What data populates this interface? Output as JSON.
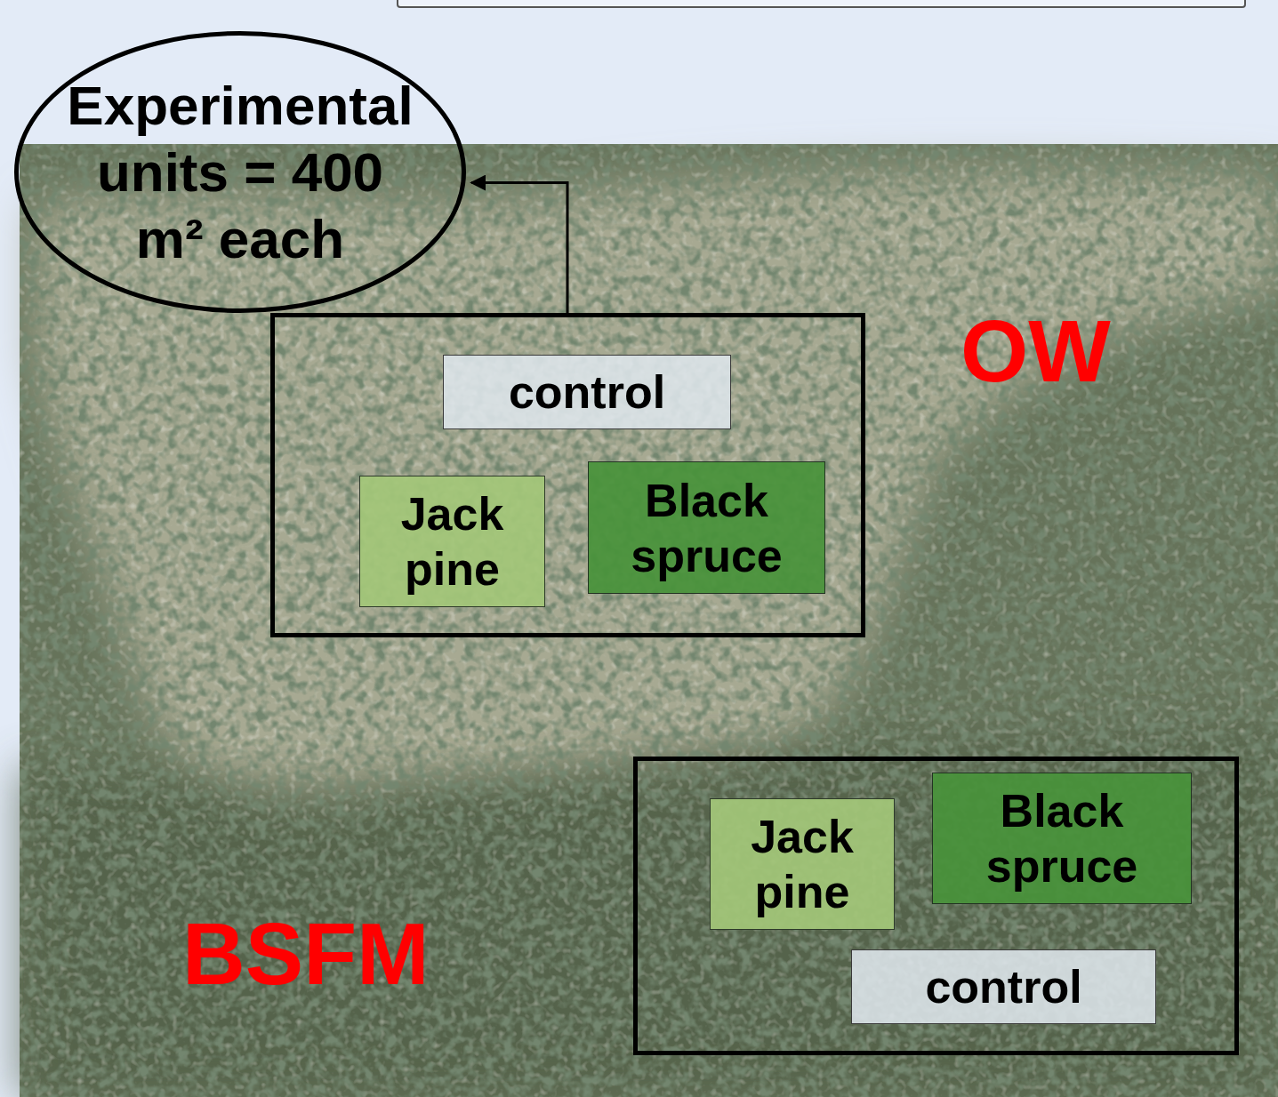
{
  "diagram": {
    "nodes": [
      {
        "text": [
          "Experimental units = 400 m² each"
        ]
      },
      {
        "text": [
          "OW"
        ]
      },
      {
        "text": [
          "control"
        ],
        "in": 1
      },
      {
        "text": [
          "Jack pine"
        ],
        "in": 1
      },
      {
        "text": [
          "Black spruce"
        ],
        "in": 1
      },
      {
        "text": [
          "BSFM"
        ]
      },
      {
        "text": [
          "Jack pine"
        ],
        "in": 5
      },
      {
        "text": [
          "Black spruce"
        ],
        "in": 5
      },
      {
        "text": [
          "control"
        ],
        "in": 5
      }
    ],
    "edges": [
      {
        "from": 1,
        "to": 0,
        "arrow": "to"
      }
    ]
  }
}
